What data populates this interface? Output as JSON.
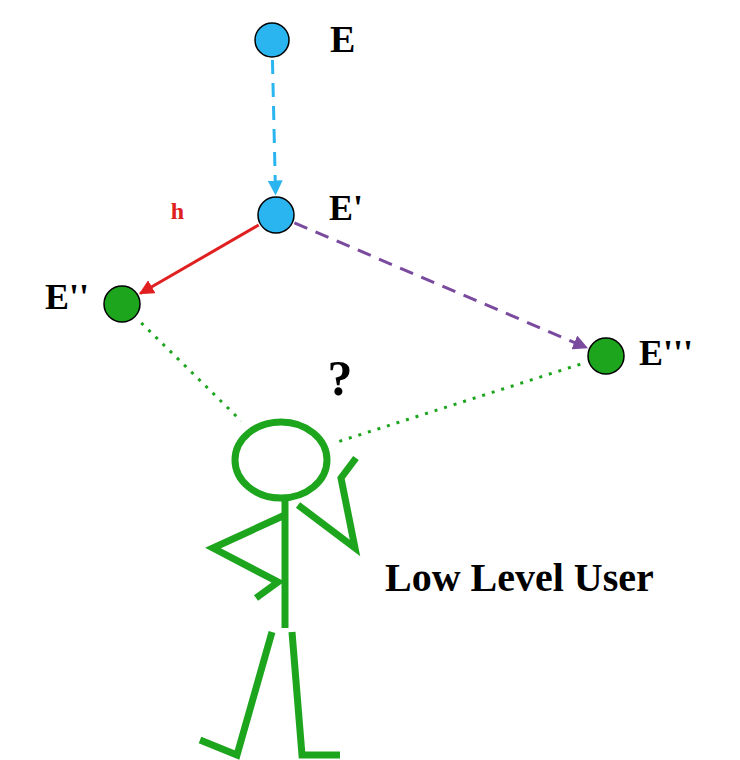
{
  "diagram": {
    "nodes": [
      {
        "text": [
          "E"
        ]
      },
      {
        "text": [
          "E'"
        ]
      },
      {
        "text": [
          "E''"
        ]
      },
      {
        "text": [
          "E'''"
        ]
      },
      {
        "text": [
          "Low Level User"
        ]
      }
    ],
    "edges": [
      {
        "from": 0,
        "to": 1,
        "arrow": "to"
      },
      {
        "from": 1,
        "to": 2,
        "arrow": "to",
        "label": "h"
      },
      {
        "from": 1,
        "to": 3,
        "arrow": "to"
      },
      {
        "from": 2,
        "to": 4,
        "arrow": "none"
      },
      {
        "from": 3,
        "to": 4,
        "arrow": "none"
      }
    ],
    "labels": [
      "?"
    ]
  }
}
